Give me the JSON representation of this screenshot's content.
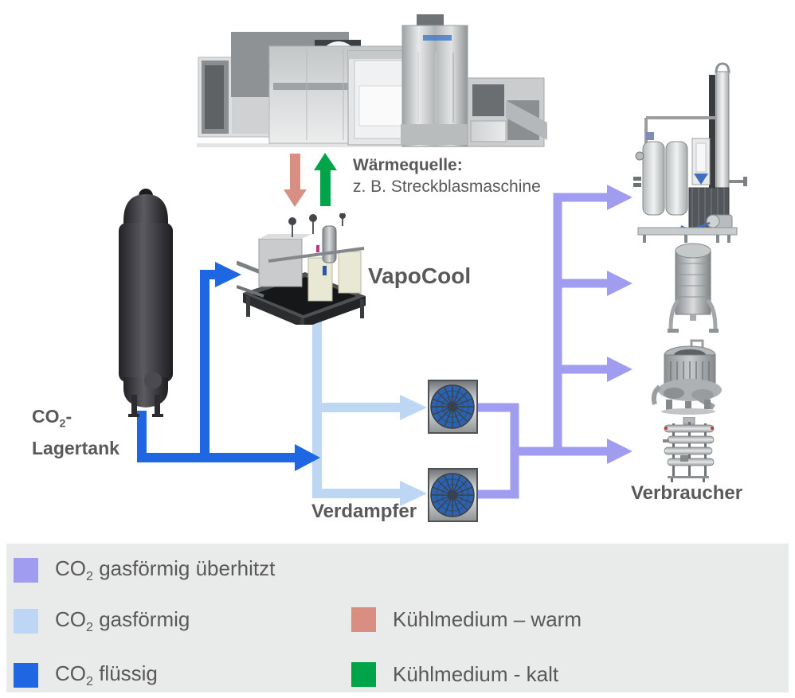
{
  "colors": {
    "co2_superheated": "#a09df1",
    "co2_gaseous": "#bcd6f4",
    "co2_liquid": "#1e66e2",
    "coolant_warm": "#d88e83",
    "coolant_cold": "#00a449",
    "label_text": "#595959",
    "legend_bg": "#e9eaea"
  },
  "heat_source": {
    "title": "Wärmequelle:",
    "subtitle": "z. B. Streckblasmaschine"
  },
  "nodes": {
    "tank": {
      "line1_prefix": "CO",
      "line1_sub": "2",
      "line1_suffix": "-",
      "line2": "Lagertank"
    },
    "vapocool": {
      "label": "VapoCool"
    },
    "evaporator": {
      "label": "Verdampfer"
    },
    "consumers": {
      "label": "Verbraucher"
    }
  },
  "legend": {
    "items": [
      {
        "id": "co2-superheated",
        "color": "#a09df1",
        "prefix": "CO",
        "sub": "2",
        "rest": " gasförmig überhitzt"
      },
      {
        "id": "co2-gaseous",
        "color": "#bcd6f4",
        "prefix": "CO",
        "sub": "2",
        "rest": " gasförmig"
      },
      {
        "id": "co2-liquid",
        "color": "#1e66e2",
        "prefix": "CO",
        "sub": "2",
        "rest": " flüssig"
      },
      {
        "id": "coolant-warm",
        "color": "#d88e83",
        "rest": "Kühlmedium – warm"
      },
      {
        "id": "coolant-cold",
        "color": "#00a449",
        "rest": "Kühlmedium - kalt"
      }
    ]
  }
}
